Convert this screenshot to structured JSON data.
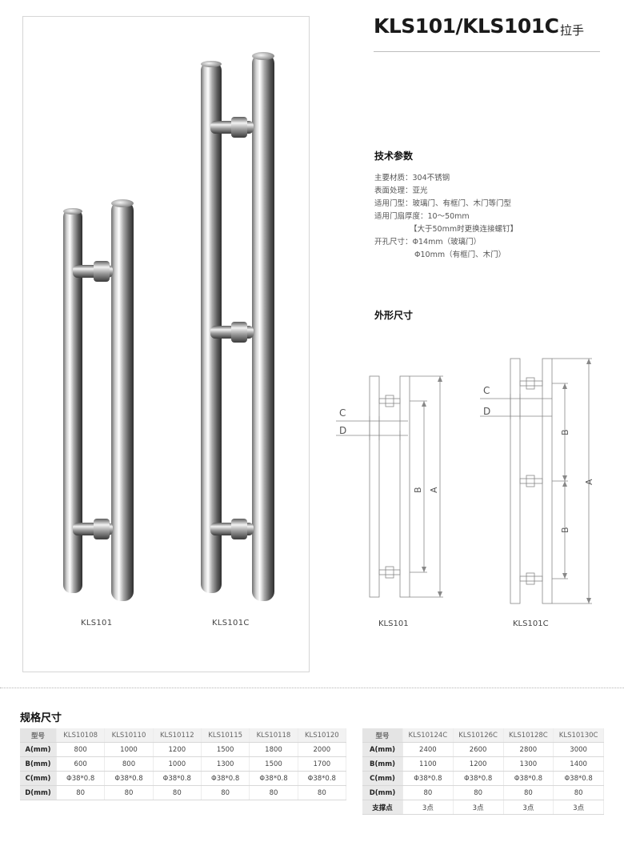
{
  "header": {
    "title": "KLS101/KLS101C",
    "subtitle": "拉手"
  },
  "photo": {
    "captions": [
      "KLS101",
      "KLS101C"
    ]
  },
  "tech": {
    "heading": "技术参数",
    "lines": [
      "主要材质：304不锈钢",
      "表面处理：亚光",
      "适用门型：玻璃门、有框门、木门等门型",
      "适用门扇厚度：10～50mm",
      "【大于50mm时更换连接螺钉】",
      "开孔尺寸：Φ14mm（玻璃门）",
      "Φ10mm（有框门、木门）"
    ]
  },
  "shape": {
    "heading": "外形尺寸",
    "captions": [
      "KLS101",
      "KLS101C"
    ],
    "dim_labels": {
      "c": "C",
      "d": "D",
      "a": "A",
      "b": "B"
    }
  },
  "spec": {
    "heading": "规格尺寸",
    "table1": {
      "header": [
        "型号",
        "KLS10108",
        "KLS10110",
        "KLS10112",
        "KLS10115",
        "KLS10118",
        "KLS10120"
      ],
      "rows": [
        [
          "A(mm)",
          "800",
          "1000",
          "1200",
          "1500",
          "1800",
          "2000"
        ],
        [
          "B(mm)",
          "600",
          "800",
          "1000",
          "1300",
          "1500",
          "1700"
        ],
        [
          "C(mm)",
          "Φ38*0.8",
          "Φ38*0.8",
          "Φ38*0.8",
          "Φ38*0.8",
          "Φ38*0.8",
          "Φ38*0.8"
        ],
        [
          "D(mm)",
          "80",
          "80",
          "80",
          "80",
          "80",
          "80"
        ]
      ]
    },
    "table2": {
      "header": [
        "型号",
        "KLS10124C",
        "KLS10126C",
        "KLS10128C",
        "KLS10130C"
      ],
      "rows": [
        [
          "A(mm)",
          "2400",
          "2600",
          "2800",
          "3000"
        ],
        [
          "B(mm)",
          "1100",
          "1200",
          "1300",
          "1400"
        ],
        [
          "C(mm)",
          "Φ38*0.8",
          "Φ38*0.8",
          "Φ38*0.8",
          "Φ38*0.8"
        ],
        [
          "D(mm)",
          "80",
          "80",
          "80",
          "80"
        ],
        [
          "支撑点",
          "3点",
          "3点",
          "3点",
          "3点"
        ]
      ]
    }
  }
}
